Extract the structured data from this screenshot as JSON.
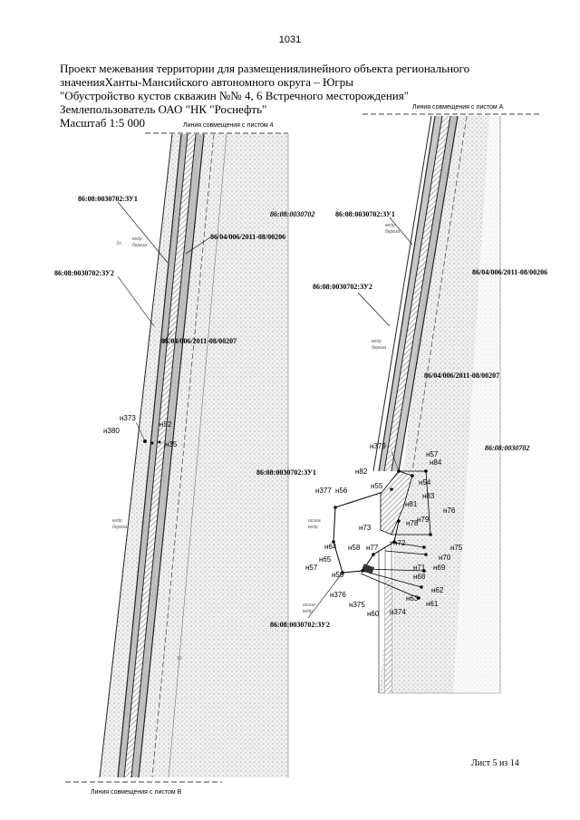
{
  "page_number": "1031",
  "title": {
    "lines": [
      "Проект межевания территории для размещениялинейного объекта регионального",
      "значенияХанты-Мансийского автономного округа – Югры",
      "\"Обустройство кустов скважин №№ 4, 6 Встречного месторождения\"",
      "Землепользователь ОАО \"НК \"Роснефть\"",
      "Масштаб 1:5 000"
    ]
  },
  "match_lines": {
    "sheet4": "Линия совмещения с листом 4",
    "sheetA": "Линия совмещения с листом А",
    "sheetB": "Линия совмещения с листом В"
  },
  "parcels": {
    "left_zu1": "86:08:0030702:ЗУ1",
    "left_zu2": "86:08:0030702:ЗУ2",
    "left_00206": "86/04/006/2011-08/00206",
    "left_00207": "86/04/006/2011-08/00207",
    "right_quarter_top": "86:08:0030702",
    "right_zu1_top": "86:08:0030702:ЗУ1",
    "right_00206": "86/04/006/2011-08/00206",
    "right_zu2_top": "86:08:0030702:ЗУ2",
    "right_00207": "86/04/006/2011-08/00207",
    "right_quarter_mid": "86:08:0030702",
    "right_zu1_mid": "86:08:0030702:ЗУ1",
    "right_zu2_bottom": "86:08:0030702:ЗУ2"
  },
  "points_left": [
    "н373",
    "н380",
    "н52",
    "н35"
  ],
  "points_right": [
    "н379",
    "н57",
    "н84",
    "н82",
    "н54",
    "н377",
    "н56",
    "н55",
    "н83",
    "н81",
    "н73",
    "н79",
    "н78",
    "н76",
    "н72",
    "н75",
    "н64",
    "н58",
    "н77",
    "н70",
    "н65",
    "н71",
    "н69",
    "н57",
    "н59",
    "н68",
    "н62",
    "н376",
    "н63",
    "н375",
    "н61",
    "н60",
    "н374"
  ],
  "vegetation": [
    "кедр",
    "береза",
    "кедр",
    "береза",
    "кедр",
    "береза",
    "кедр",
    "береза",
    "осина",
    "кедр",
    "осина",
    "кедр"
  ],
  "sheet_label": "Лист 5 из 14"
}
